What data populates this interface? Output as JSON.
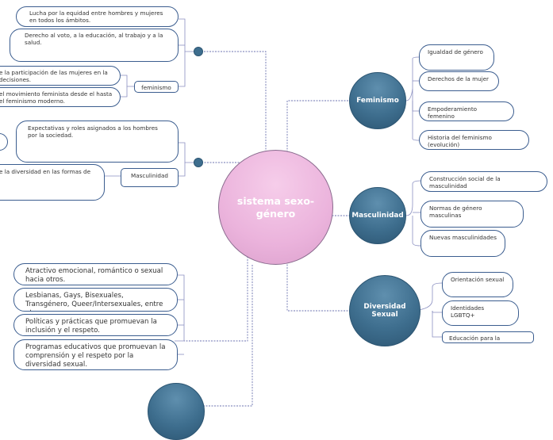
{
  "central": "sistema sexo-género",
  "branches": {
    "feminismo": "Feminismo",
    "masculinidad": "Masculinidad",
    "diversidad": "Diversidad Sexual"
  },
  "right_leaves": {
    "feminismo": [
      "Igualdad de género",
      "Derechos de la mujer",
      "Empoderamiento femenino",
      "Historia del feminismo (evolución)"
    ],
    "masculinidad": [
      "Construcción social de la masculinidad",
      "Normas de género masculinas",
      "Nuevas masculinidades"
    ],
    "diversidad": [
      "Orientación sexual",
      "Identidades LGBTQ+",
      "Educación para la diversidad"
    ]
  },
  "left": {
    "group1": {
      "top_items": [
        "Lucha por la equidad entre hombres y mujeres en todos los ámbitos.",
        "Derecho al voto, a la educación, al trabajo y a la salud."
      ],
      "label": "feminismo",
      "sub_items": [
        "e la participación de las mujeres en la decisiones.",
        "el movimiento feminista desde el hasta el feminismo moderno."
      ]
    },
    "group2": {
      "items": [
        "Expectativas y roles asignados a los hombres por la sociedad.",
        "e la diversidad en las formas de"
      ],
      "label": "Masculinidad"
    },
    "group3": {
      "items": [
        "Atractivo emocional, romántico o sexual hacia otros.",
        "Lesbianas, Gays, Bisexuales, Transgénero, Queer/Intersexuales, entre otras.",
        "Políticas y prácticas que promuevan la inclusión y el respeto.",
        "Programas educativos que promuevan la comprensión y el respeto por la diversidad sexual."
      ]
    }
  },
  "colors": {
    "central_fill": "#ebb3dc",
    "branch_fill": "#3e6e8e",
    "line": "#3b5d8f"
  }
}
